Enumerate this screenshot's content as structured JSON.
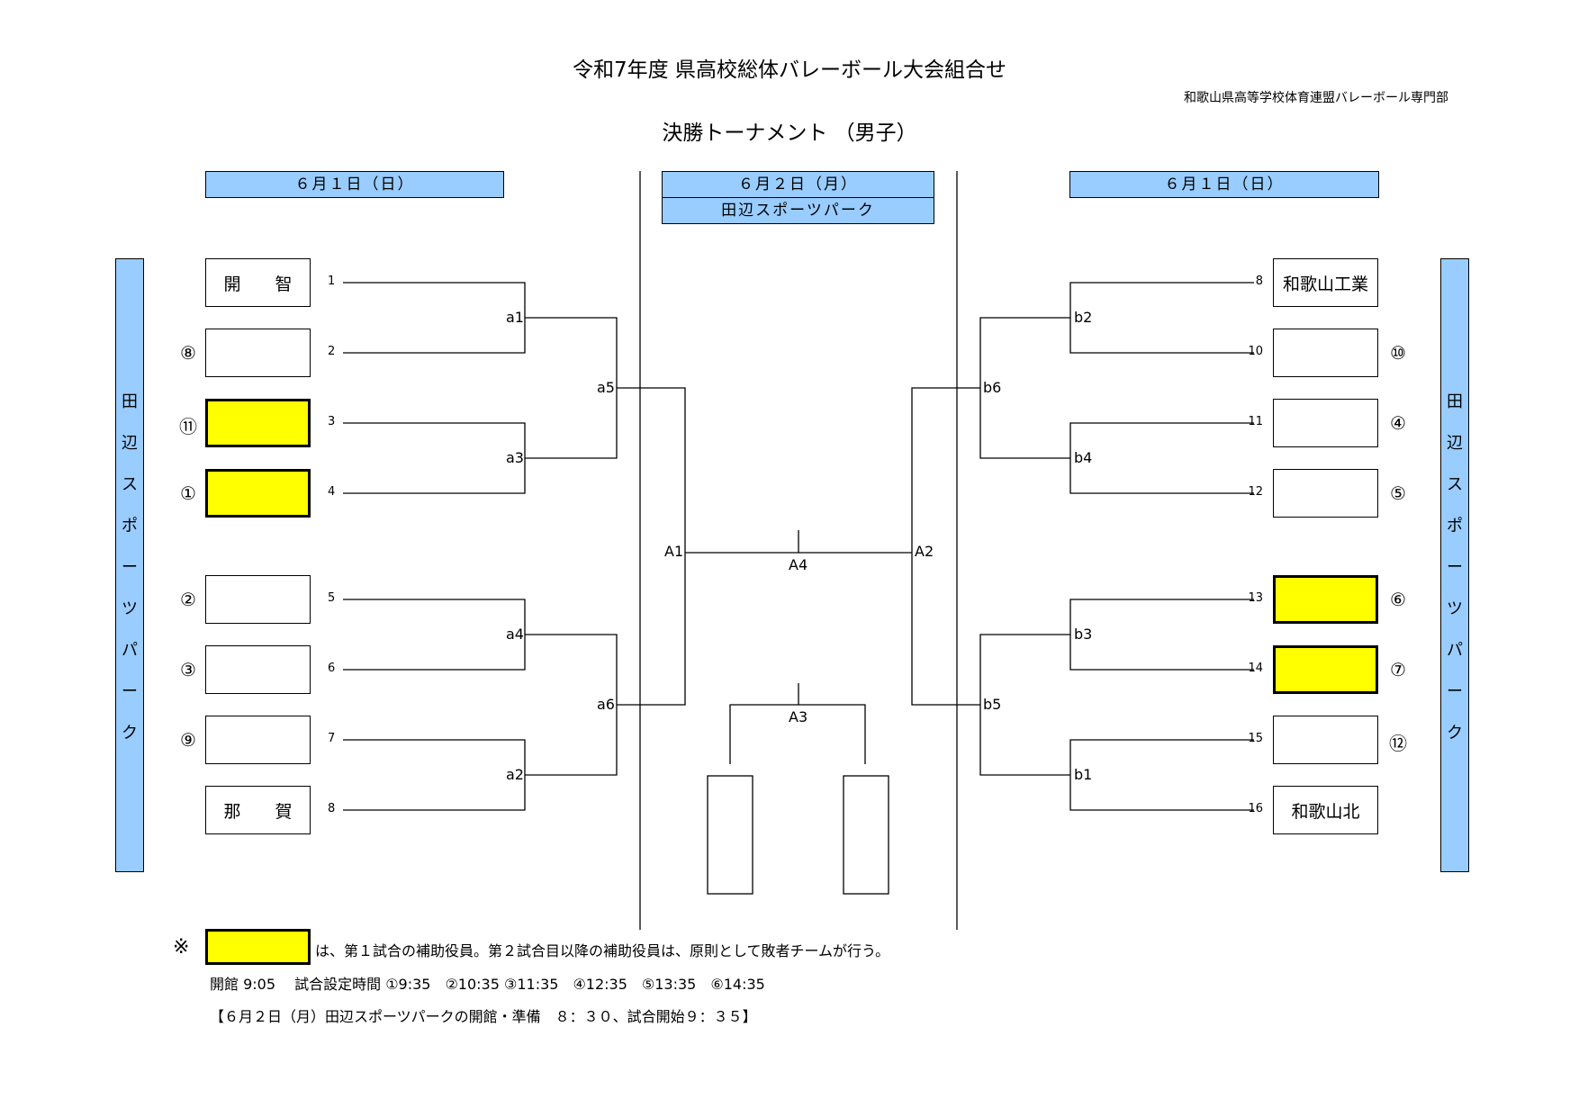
{
  "header": {
    "title": "令和7年度 県高校総体バレーボール大会組合せ",
    "organization": "和歌山県高等学校体育連盟バレーボール専門部",
    "subtitle": "決勝トーナメント （男子）"
  },
  "dates": {
    "left": "６月１日（日）",
    "center": "６月２日（月）",
    "center_venue": "田辺スポーツパーク",
    "right": "６月１日（日）"
  },
  "venue_vertical": [
    "田",
    "辺",
    "ス",
    "ポ",
    "ー",
    "ツ",
    "パ",
    "ー",
    "ク"
  ],
  "left_teams": [
    {
      "num": "1",
      "seed": "",
      "name": "開　　智",
      "highlight": false
    },
    {
      "num": "2",
      "seed": "⑧",
      "name": "",
      "highlight": false
    },
    {
      "num": "3",
      "seed": "⑪",
      "name": "",
      "highlight": true
    },
    {
      "num": "4",
      "seed": "①",
      "name": "",
      "highlight": true
    },
    {
      "num": "5",
      "seed": "②",
      "name": "",
      "highlight": false
    },
    {
      "num": "6",
      "seed": "③",
      "name": "",
      "highlight": false
    },
    {
      "num": "7",
      "seed": "⑨",
      "name": "",
      "highlight": false
    },
    {
      "num": "8",
      "seed": "",
      "name": "那　　賀",
      "highlight": false
    }
  ],
  "right_teams": [
    {
      "num": "8",
      "seed": "",
      "name": "和歌山工業",
      "highlight": false
    },
    {
      "num": "10",
      "seed": "⑩",
      "name": "",
      "highlight": false
    },
    {
      "num": "11",
      "seed": "④",
      "name": "",
      "highlight": false
    },
    {
      "num": "12",
      "seed": "⑤",
      "name": "",
      "highlight": false
    },
    {
      "num": "13",
      "seed": "⑥",
      "name": "",
      "highlight": true
    },
    {
      "num": "14",
      "seed": "⑦",
      "name": "",
      "highlight": true
    },
    {
      "num": "15",
      "seed": "⑫",
      "name": "",
      "highlight": false
    },
    {
      "num": "16",
      "seed": "",
      "name": "和歌山北",
      "highlight": false
    }
  ],
  "matches": {
    "a1": "a1",
    "a2": "a2",
    "a3": "a3",
    "a4": "a4",
    "a5": "a5",
    "a6": "a6",
    "b1": "b1",
    "b2": "b2",
    "b3": "b3",
    "b4": "b4",
    "b5": "b5",
    "b6": "b6",
    "A1": "A1",
    "A2": "A2",
    "A3": "A3",
    "A4": "A4"
  },
  "notes": {
    "mark": "※",
    "legend": "は、第１試合の補助役員。第２試合目以降の補助役員は、原則として敗者チームが行う。",
    "schedule": "開館 9:05　 試合設定時間 ①9:35　②10:35 ③11:35　④12:35　⑤13:35　⑥14:35",
    "day2": "【６月２日（月）田辺スポーツパークの開館・準備　８：３０、試合開始９：３５】"
  },
  "colors": {
    "date_bg": "#99ccff",
    "highlight": "#ffff00"
  }
}
